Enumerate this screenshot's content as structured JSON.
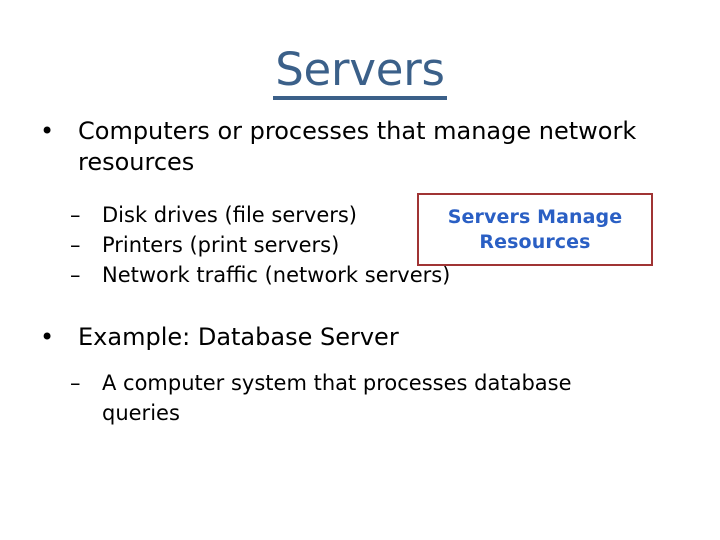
{
  "slide": {
    "title": "Servers",
    "background_color": "#ffffff",
    "title_color": "#3b6089",
    "body_text_color": "#000000",
    "callout_border_color": "#a03434",
    "callout_text_color": "#2a5fc4",
    "bullet_marker_level1": "•",
    "bullet_marker_level2": "–"
  },
  "content": {
    "bullets": [
      {
        "level1": "Computers or processes that manage network resources",
        "sub": [
          "Disk drives (file servers)",
          "Printers (print servers)",
          "Network traffic (network servers)"
        ]
      },
      {
        "level1": "Example: Database Server",
        "sub": [
          "A computer system that processes database queries"
        ]
      }
    ]
  },
  "callout": {
    "line1": "Servers Manage",
    "line2": "Resources"
  }
}
